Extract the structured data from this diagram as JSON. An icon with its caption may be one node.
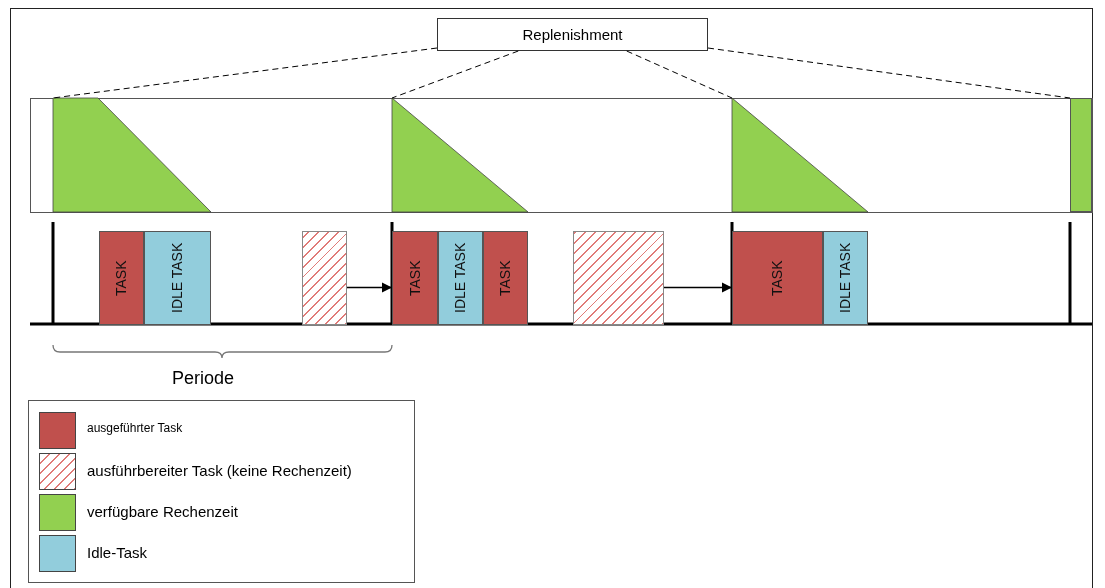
{
  "diagram": {
    "nodes": [
      {
        "text": [
          "Replenishment"
        ]
      },
      {
        "text": [],
        "shape": "triangle"
      },
      {
        "text": [],
        "shape": "triangle"
      },
      {
        "text": [],
        "shape": "triangle"
      },
      {
        "text": [],
        "shape": "bar"
      },
      {
        "text": [
          "TASK"
        ]
      },
      {
        "text": [
          "IDLE TASK"
        ]
      },
      {
        "text": [],
        "shape": "box"
      },
      {
        "text": [
          "TASK"
        ]
      },
      {
        "text": [
          "IDLE TASK"
        ]
      },
      {
        "text": [
          "TASK"
        ]
      },
      {
        "text": [],
        "shape": "box"
      },
      {
        "text": [
          "TASK"
        ]
      },
      {
        "text": [
          "IDLE TASK"
        ]
      }
    ],
    "edges": [
      {
        "from": 0,
        "to": 1,
        "arrow": "none",
        "style": "dashed"
      },
      {
        "from": 0,
        "to": 2,
        "arrow": "none",
        "style": "dashed"
      },
      {
        "from": 0,
        "to": 3,
        "arrow": "none",
        "style": "dashed"
      },
      {
        "from": 0,
        "to": 4,
        "arrow": "none",
        "style": "dashed"
      },
      {
        "from": 7,
        "to": 8,
        "arrow": "to"
      },
      {
        "from": 11,
        "to": 12,
        "arrow": "to"
      }
    ],
    "labels": [
      "Periode"
    ],
    "legend": [
      {
        "text": "ausgeführter Task",
        "color": "#c0504d"
      },
      {
        "text": "ausführbereiter Task (keine Rechenzeit)"
      },
      {
        "text": "verfügbare Rechenzeit",
        "color": "#92d050"
      },
      {
        "text": "Idle-Task",
        "color": "#92cddc"
      }
    ]
  }
}
